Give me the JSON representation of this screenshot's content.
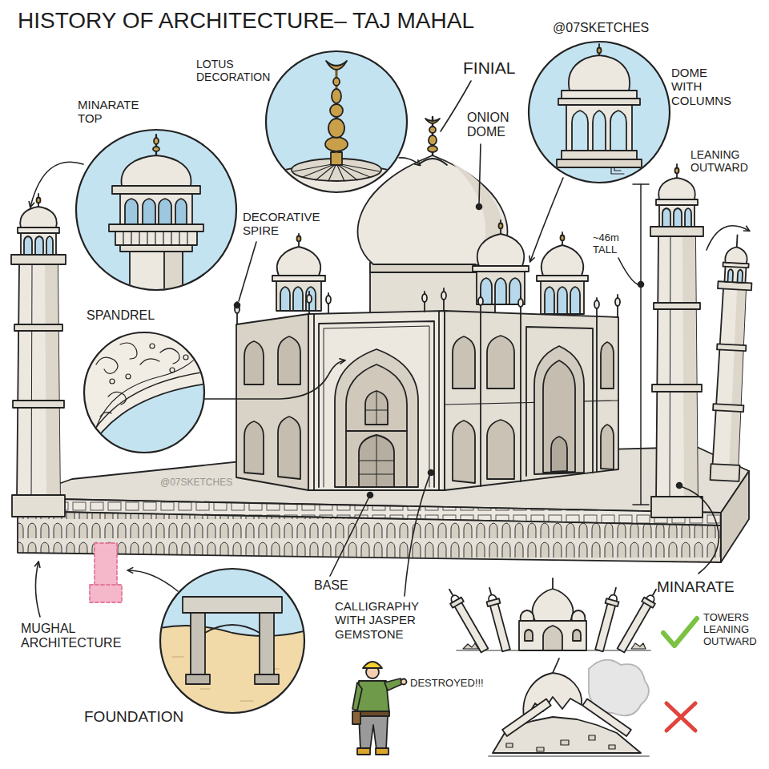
{
  "diagram": {
    "title": "HISTORY OF ARCHITECTURE– TAJ MAHAL",
    "labels": [
      "@07SKETCHES",
      "FINIAL",
      "LOTUS DECORATION",
      "DOME WITH COLUMNS",
      "MINARATE TOP",
      "ONION DOME",
      "LEANING OUTWARD",
      "DECORATIVE SPIRE",
      "~46m TALL",
      "SPANDREL",
      "@07SKETCHES",
      "BASE",
      "CALLIGRAPHY WITH JASPER GEMSTONE",
      "MINARATE",
      "TOWERS LEANING OUTWARD",
      "MUGHAL ARCHITECTURE",
      "DESTROYED!!!",
      "FOUNDATION"
    ]
  }
}
